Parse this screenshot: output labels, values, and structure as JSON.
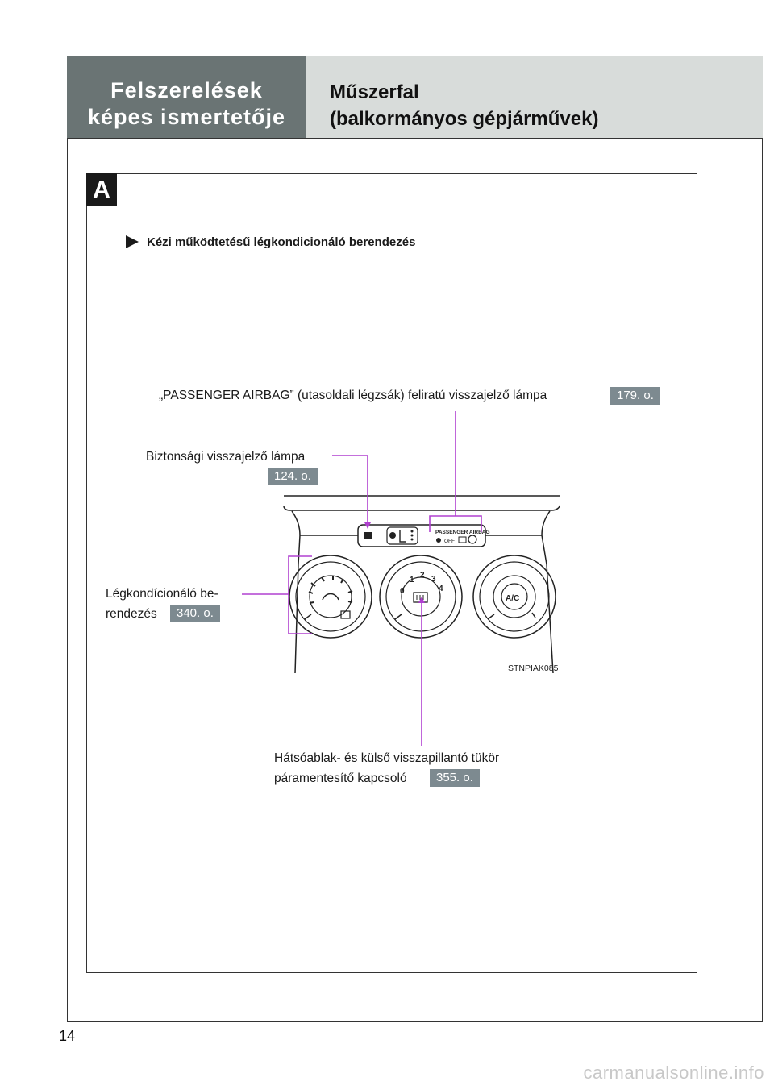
{
  "header": {
    "section_line1": "Felszerelések",
    "section_line2": "képes ismertetője",
    "title_line1": "Műszerfal",
    "title_line2": "(balkormányos gépjárművek)"
  },
  "panel": {
    "badge": "A",
    "subtitle": "Kézi működtetésű légkondicionáló berendezés"
  },
  "callouts": {
    "airbag": {
      "text": "„PASSENGER AIRBAG” (utasoldali légzsák) feliratú visszajelző lámpa",
      "ref": "179. o."
    },
    "security": {
      "text": "Biztonsági visszajelző lámpa",
      "ref": "124. o."
    },
    "aircon": {
      "line1": "Légkondícionáló be-",
      "line2": "rendezés",
      "ref": "340. o."
    },
    "defogger": {
      "line1": "Hátsóablak- és külső visszapillantó tükör",
      "line2": "páramentesítő kapcsoló",
      "ref": "355. o."
    }
  },
  "diagram": {
    "code": "STNPIAK085",
    "airbag_label": "PASSENGER AIRBAG",
    "off_label": "OFF",
    "ac_label": "A/C",
    "fan_speeds": [
      "0",
      "1",
      "2",
      "3",
      "4"
    ]
  },
  "colors": {
    "leader": "#b040d0",
    "header_dark": "#6a7474",
    "header_light": "#d8dcda",
    "ref_badge": "#7d8a90"
  },
  "page_number": "14",
  "watermark": "carmanualsonline.info"
}
